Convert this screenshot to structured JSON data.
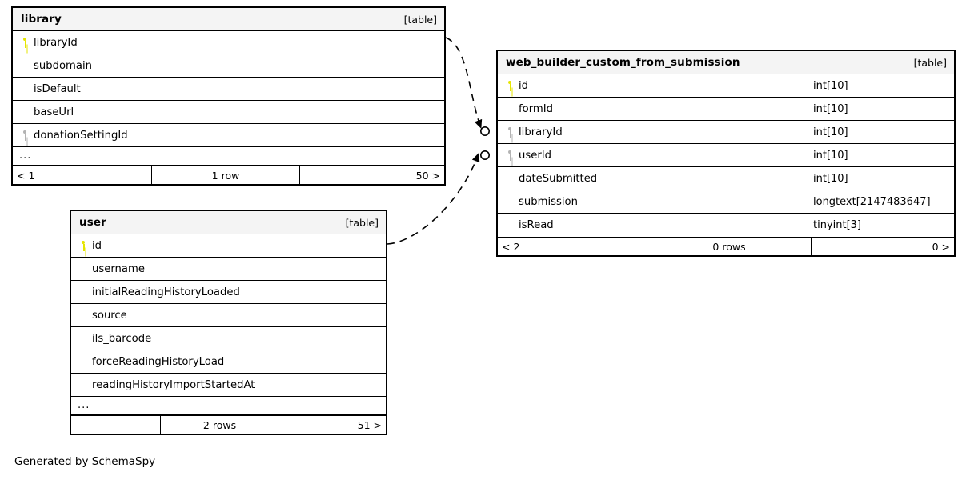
{
  "caption": "Generated by SchemaSpy",
  "labels": {
    "table_kind": "[table]",
    "ellipsis": "..."
  },
  "colors": {
    "primary_key": "#e5e500",
    "foreign_key": "#b3b3b3",
    "header_bg": "#f4f4f4",
    "border": "#000000",
    "background": "#ffffff"
  },
  "tables": [
    {
      "id": "library",
      "name": "library",
      "kind": "[table]",
      "columns": [
        {
          "name": "libraryId",
          "key": "primary",
          "type": ""
        },
        {
          "name": "subdomain",
          "key": "none",
          "type": ""
        },
        {
          "name": "isDefault",
          "key": "none",
          "type": ""
        },
        {
          "name": "baseUrl",
          "key": "none",
          "type": ""
        },
        {
          "name": "donationSettingId",
          "key": "foreign",
          "type": ""
        }
      ],
      "has_more": true,
      "footer": {
        "left": "< 1",
        "middle": "1 row",
        "right": "50 >"
      }
    },
    {
      "id": "user",
      "name": "user",
      "kind": "[table]",
      "columns": [
        {
          "name": "id",
          "key": "primary",
          "type": ""
        },
        {
          "name": "username",
          "key": "none",
          "type": ""
        },
        {
          "name": "initialReadingHistoryLoaded",
          "key": "none",
          "type": ""
        },
        {
          "name": "source",
          "key": "none",
          "type": ""
        },
        {
          "name": "ils_barcode",
          "key": "none",
          "type": ""
        },
        {
          "name": "forceReadingHistoryLoad",
          "key": "none",
          "type": ""
        },
        {
          "name": "readingHistoryImportStartedAt",
          "key": "none",
          "type": ""
        }
      ],
      "has_more": true,
      "footer": {
        "left": "",
        "middle": "2 rows",
        "right": "51 >"
      }
    },
    {
      "id": "wbcfs",
      "name": "web_builder_custom_from_submission",
      "kind": "[table]",
      "columns": [
        {
          "name": "id",
          "key": "primary",
          "type": "int[10]"
        },
        {
          "name": "formId",
          "key": "none",
          "type": "int[10]"
        },
        {
          "name": "libraryId",
          "key": "foreign",
          "type": "int[10]"
        },
        {
          "name": "userId",
          "key": "foreign",
          "type": "int[10]"
        },
        {
          "name": "dateSubmitted",
          "key": "none",
          "type": "int[10]"
        },
        {
          "name": "submission",
          "key": "none",
          "type": "longtext[2147483647]"
        },
        {
          "name": "isRead",
          "key": "none",
          "type": "tinyint[3]"
        }
      ],
      "has_more": false,
      "footer": {
        "left": "< 2",
        "middle": "0 rows",
        "right": "0 >"
      }
    }
  ],
  "relationships": [
    {
      "from_table": "library",
      "from_column": "libraryId",
      "to_table": "web_builder_custom_from_submission",
      "to_column": "libraryId",
      "style": "dashed",
      "end_marker": "zero-or-many"
    },
    {
      "from_table": "user",
      "from_column": "id",
      "to_table": "web_builder_custom_from_submission",
      "to_column": "userId",
      "style": "dashed",
      "end_marker": "zero-or-many"
    }
  ]
}
